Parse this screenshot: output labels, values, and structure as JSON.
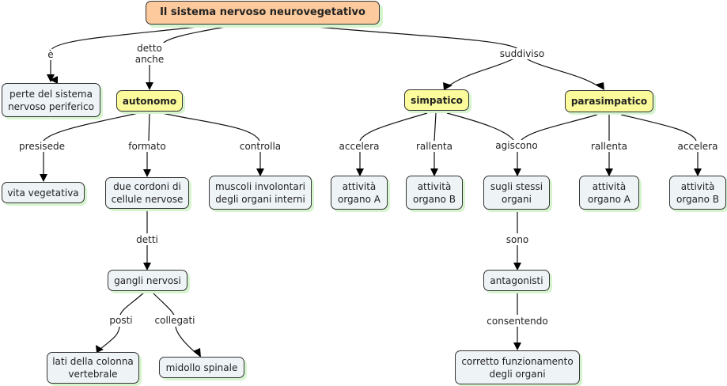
{
  "title": "Il sistema nervoso neurovegetativo",
  "nodes": {
    "root": "Il sistema nervoso neurovegetativo",
    "periferico": "perte del sistema\nnervoso periferico",
    "autonomo": "autonomo",
    "simpatico": "simpatico",
    "parasimpatico": "parasimpatico",
    "vita": "vita vegetativa",
    "cordoni": "due cordoni di\ncellule nervose",
    "muscoli": "muscoli involontari\ndegli organi interni",
    "gangli": "gangli nervosi",
    "lati": "lati della colonna\nvertebrale",
    "midollo": "midollo spinale",
    "simp_a": "attività\norgano A",
    "simp_b": "attività\norgano B",
    "stessi": "sugli stessi\norgani",
    "para_a": "attività\norgano A",
    "para_b": "attività\norgano B",
    "antagonisti": "antagonisti",
    "corretto": "corretto funzionamento\ndegli organi"
  },
  "links": {
    "e": "è",
    "detto_anche": "detto\nanche",
    "suddiviso": "suddiviso",
    "presisede": "presisede",
    "formato": "formato",
    "controlla": "controlla",
    "detti": "detti",
    "posti": "posti",
    "collegati": "collegati",
    "accelera1": "accelera",
    "rallenta1": "rallenta",
    "agiscono": "agiscono",
    "rallenta2": "rallenta",
    "accelera2": "accelera",
    "sono": "sono",
    "consentendo": "consentendo"
  },
  "colors": {
    "root": "#fcca9c",
    "key_concept": "#fbfb9c",
    "concept": "#eef3f6",
    "shadow": "#d6f5cf"
  }
}
